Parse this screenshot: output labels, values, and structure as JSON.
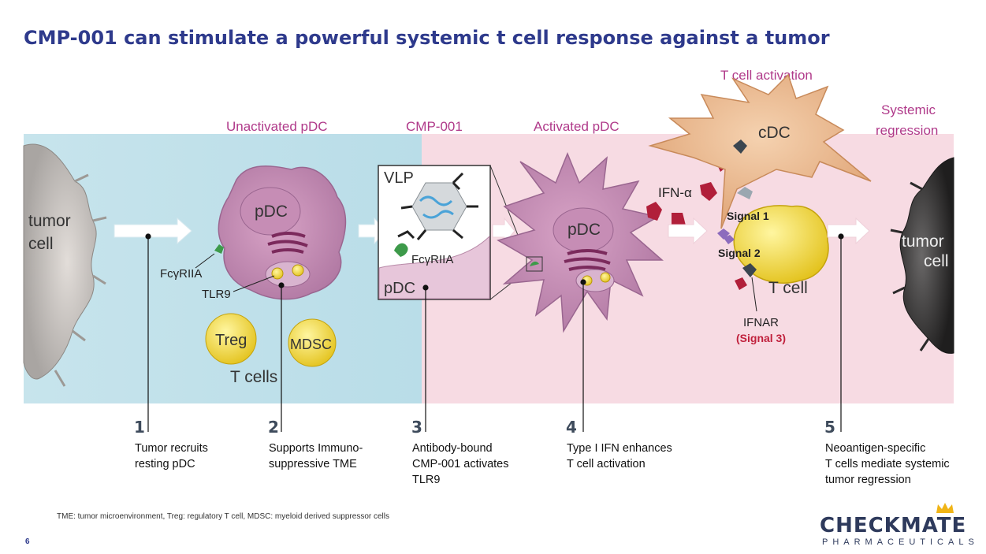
{
  "title": "CMP-001 can stimulate a powerful systemic t cell response against a tumor",
  "panel_labels": {
    "unactivated": "Unactivated pDC",
    "cmp": "CMP-001",
    "activated": "Activated pDC",
    "tcell_activation": "T cell activation",
    "systemic_line1": "Systemic",
    "systemic_line2": "regression"
  },
  "diagram_labels": {
    "tumor_left_1": "tumor",
    "tumor_left_2": "cell",
    "pdc": "pDC",
    "fcgriia": "FcγRIIA",
    "tlr9": "TLR9",
    "treg": "Treg",
    "mdsc": "MDSC",
    "t_cells": "T cells",
    "vlp": "VLP",
    "inset_fcgriia": "FcγRIIA",
    "inset_pdc": "pDC",
    "activated_pdc": "pDC",
    "ifn_alpha": "IFN-α",
    "cdc": "cDC",
    "signal1": "Signal 1",
    "signal2": "Signal 2",
    "t_cell": "T cell",
    "ifnar": "IFNAR",
    "signal3": "(Signal 3)",
    "tumor_right_1": "tumor",
    "tumor_right_2": "cell"
  },
  "steps": [
    {
      "num": "1",
      "line1": "Tumor recruits",
      "line2": "resting pDC",
      "line3": ""
    },
    {
      "num": "2",
      "line1": "Supports Immuno-",
      "line2": "suppressive TME",
      "line3": ""
    },
    {
      "num": "3",
      "line1": "Antibody-bound",
      "line2": "CMP-001 activates",
      "line3": "TLR9"
    },
    {
      "num": "4",
      "line1": "Type I IFN enhances",
      "line2": "T cell activation",
      "line3": ""
    },
    {
      "num": "5",
      "line1": "Neoantigen-specific",
      "line2": "T cells mediate systemic",
      "line3": "tumor regression"
    }
  ],
  "footnote": "TME: tumor microenvironment,  Treg: regulatory T cell,  MDSC: myeloid derived suppressor cells",
  "page_number": "6",
  "logo": {
    "main": "CHECKMATE",
    "sub": "PHARMACEUTICALS"
  },
  "colors": {
    "title": "#2e3a8c",
    "accent_pink_label": "#b03a8a",
    "blue_band": "#bfe0ea",
    "pink_band": "#f6dbe3",
    "signal3": "#c0203c"
  }
}
